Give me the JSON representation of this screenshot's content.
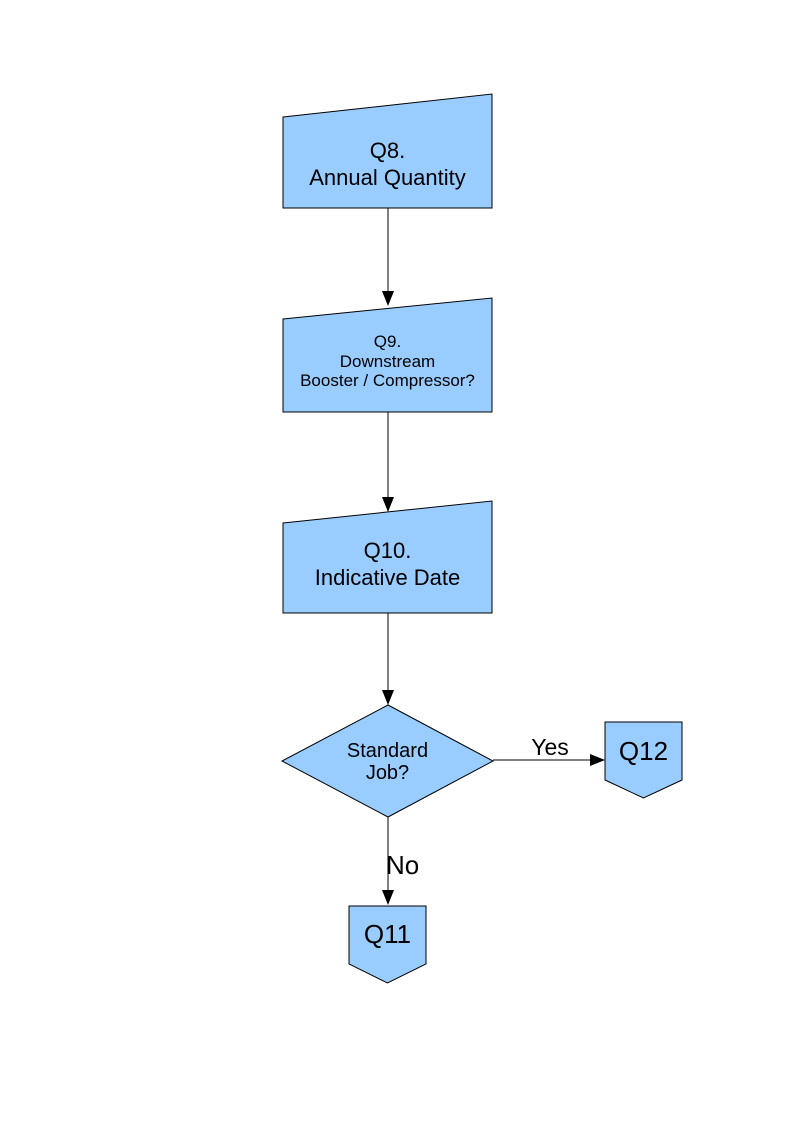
{
  "diagram": {
    "type": "flowchart",
    "background": "#ffffff",
    "colors": {
      "node_fill": "#99CCFF",
      "node_stroke": "#000000",
      "connector": "#000000",
      "text": "#000000"
    },
    "nodes": {
      "q8": {
        "type": "manual-input",
        "label": "Q8.\nAnnual Quantity"
      },
      "q9": {
        "type": "manual-input",
        "label": "Q9.\nDownstream\nBooster / Compressor?"
      },
      "q10": {
        "type": "manual-input",
        "label": "Q10.\nIndicative Date"
      },
      "standard_job": {
        "type": "decision",
        "label": "Standard\nJob?"
      },
      "q12": {
        "type": "off-page-connector",
        "label": "Q12"
      },
      "q11": {
        "type": "off-page-connector",
        "label": "Q11"
      }
    },
    "edges": [
      {
        "from": "q8",
        "to": "q9",
        "label": ""
      },
      {
        "from": "q9",
        "to": "q10",
        "label": ""
      },
      {
        "from": "q10",
        "to": "standard_job",
        "label": ""
      },
      {
        "from": "standard_job",
        "to": "q12",
        "label": "Yes"
      },
      {
        "from": "standard_job",
        "to": "q11",
        "label": "No"
      }
    ]
  }
}
